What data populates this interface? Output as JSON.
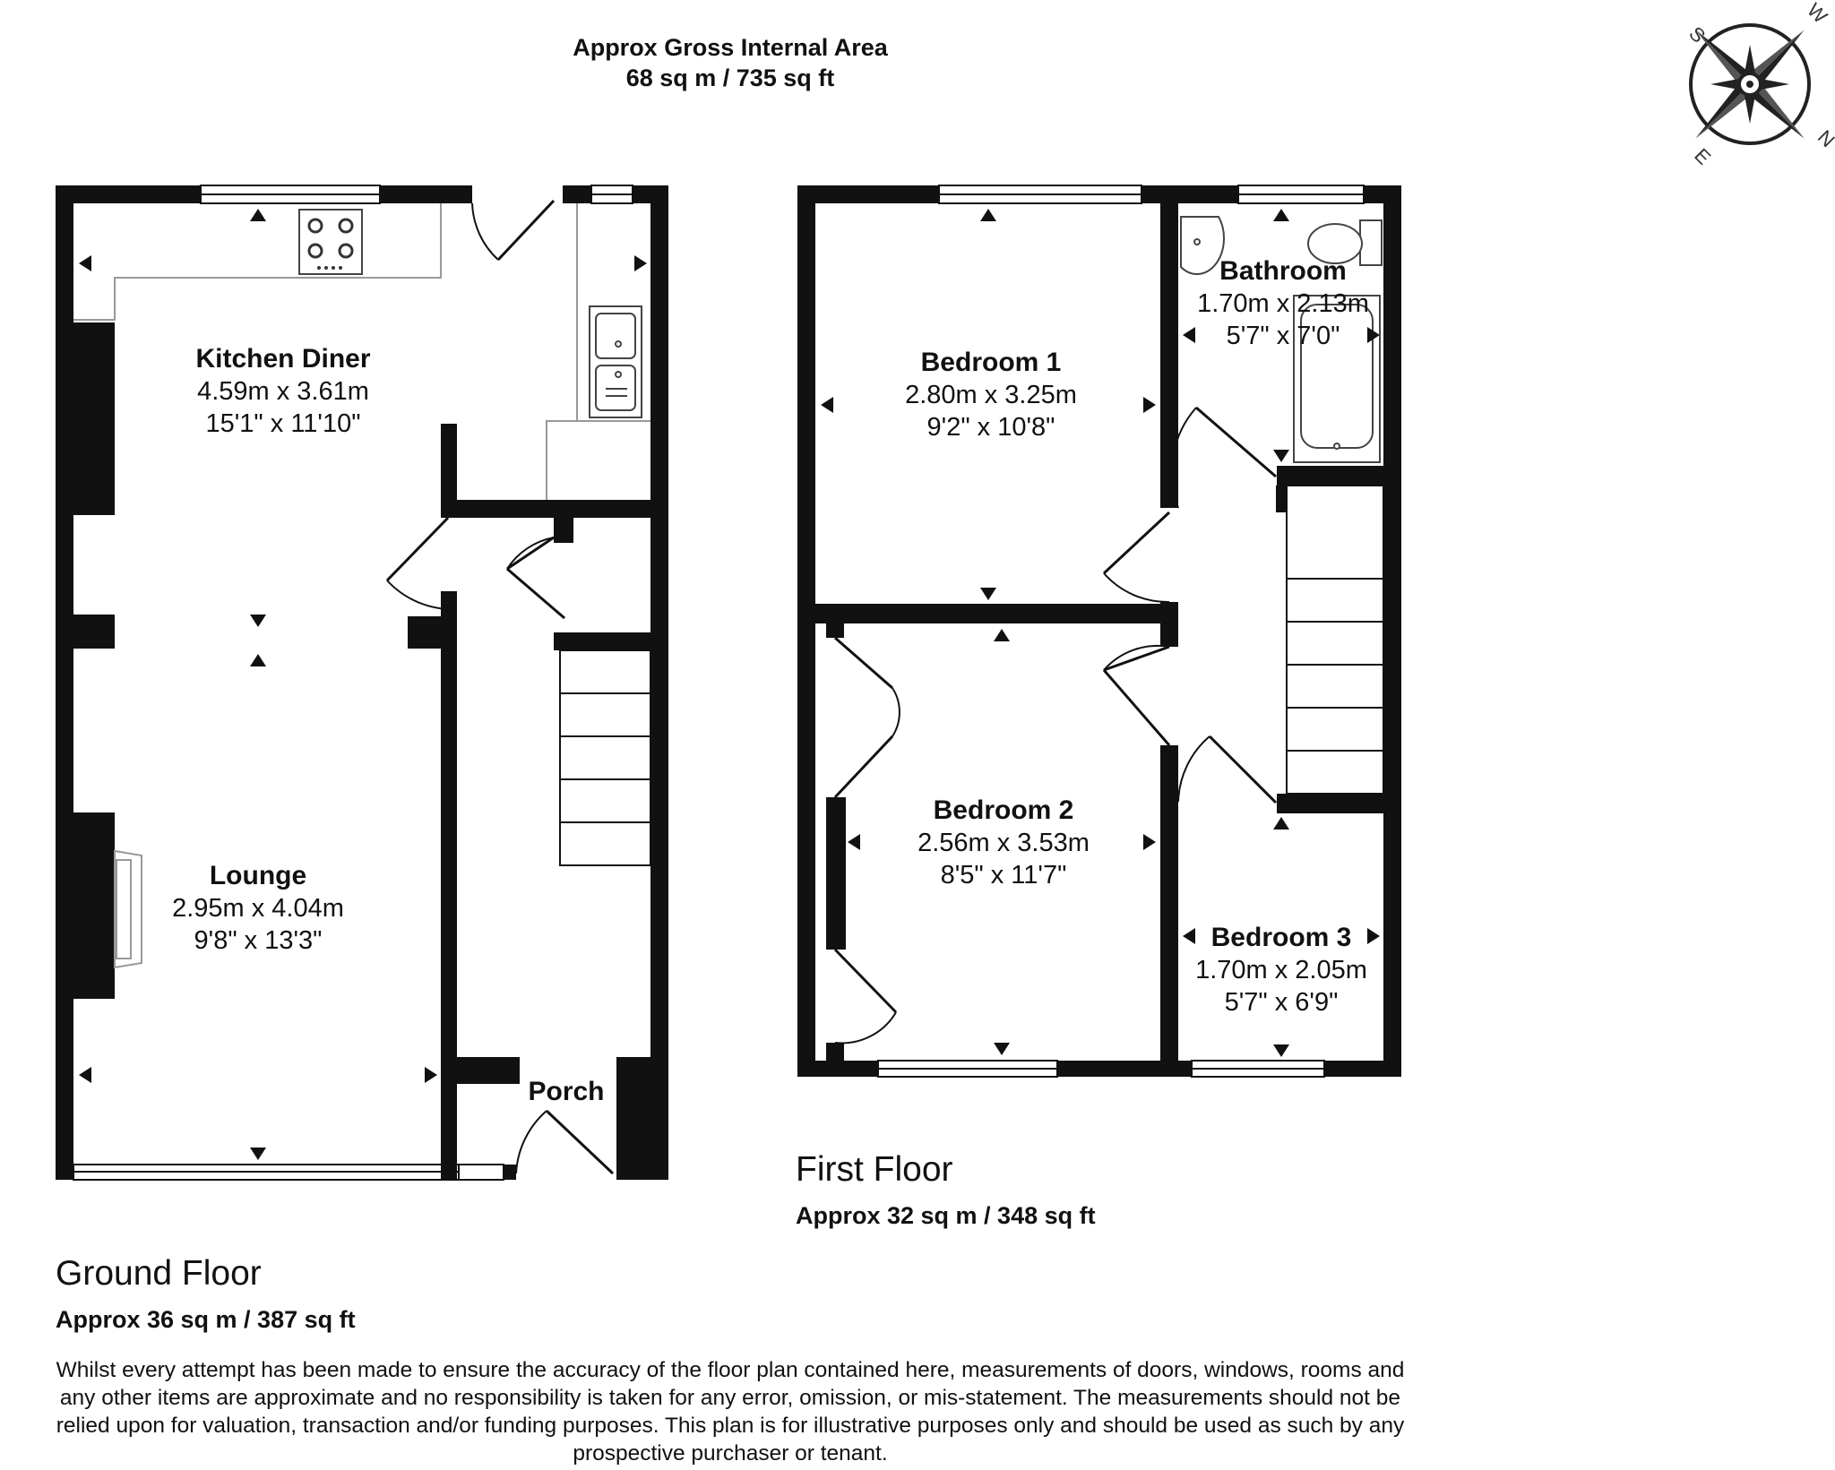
{
  "header": {
    "gross_line1": "Approx Gross Internal Area",
    "gross_line2": "68 sq m / 735 sq ft"
  },
  "ground_floor": {
    "title": "Ground Floor",
    "area": "Approx 36 sq m / 387 sq ft",
    "rooms": [
      {
        "name": "Kitchen Diner",
        "metric": "4.59m x 3.61m",
        "imperial": "15'1\" x 11'10\""
      },
      {
        "name": "Lounge",
        "metric": "2.95m x 4.04m",
        "imperial": "9'8\" x 13'3\""
      },
      {
        "name": "Porch"
      }
    ]
  },
  "first_floor": {
    "title": "First Floor",
    "area": "Approx 32 sq m / 348 sq ft",
    "rooms": [
      {
        "name": "Bedroom 1",
        "metric": "2.80m x 3.25m",
        "imperial": "9'2\" x 10'8\""
      },
      {
        "name": "Bathroom",
        "metric": "1.70m x 2.13m",
        "imperial": "5'7\" x 7'0\""
      },
      {
        "name": "Bedroom 2",
        "metric": "2.56m x 3.53m",
        "imperial": "8'5\" x 11'7\""
      },
      {
        "name": "Bedroom 3",
        "metric": "1.70m x 2.05m",
        "imperial": "5'7\" x 6'9\""
      }
    ]
  },
  "compass": {
    "n": "N",
    "e": "E",
    "s": "S",
    "w": "W",
    "icon": "compass-rose-icon"
  },
  "disclaimer": {
    "line1": "Whilst every attempt has been made to ensure the accuracy of the floor plan contained here, measurements of doors, windows, rooms and",
    "line2": "any other items are approximate and no responsibility is taken for any error, omission, or mis-statement. The measurements should not be",
    "line3": "relied upon for valuation, transaction and/or funding purposes. This plan is for illustrative purposes only and should be used as such by any",
    "line4": "prospective purchaser or tenant."
  }
}
